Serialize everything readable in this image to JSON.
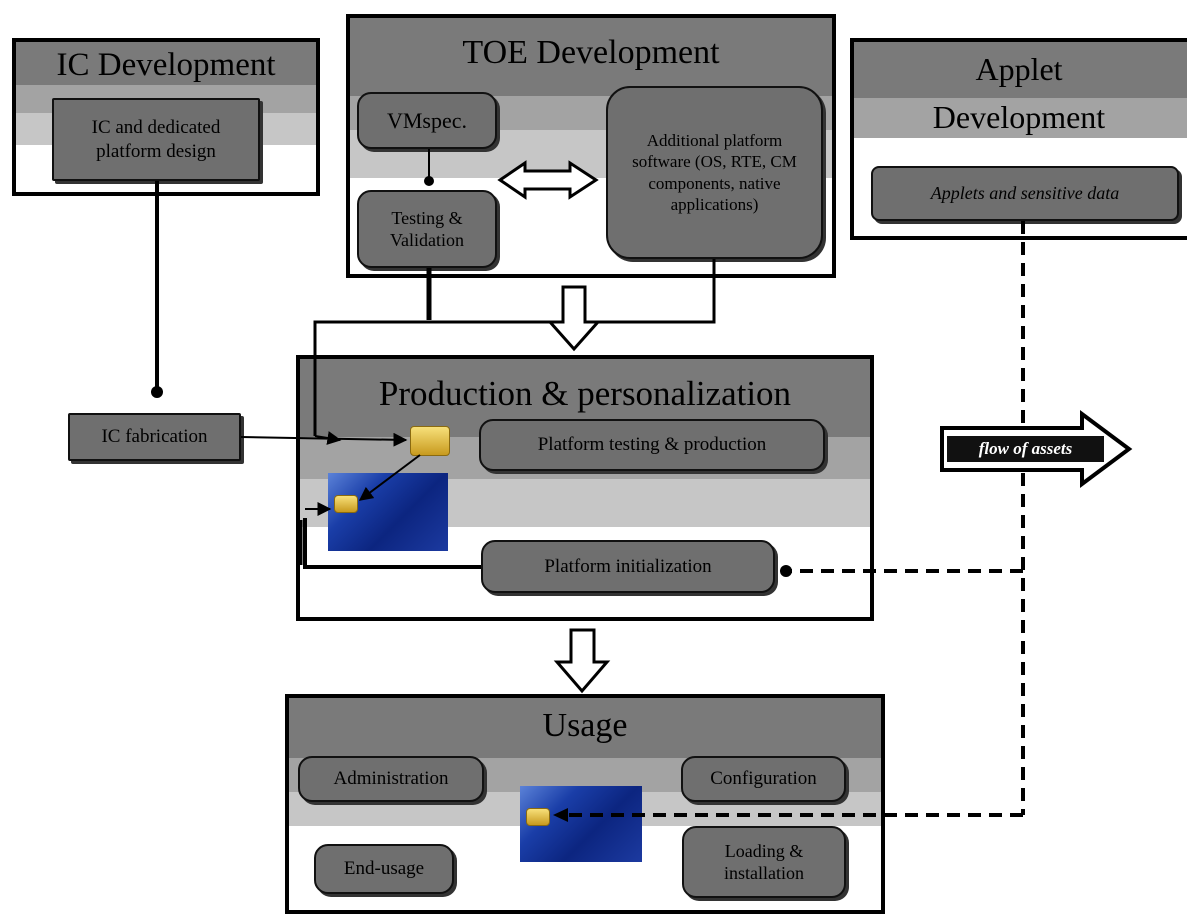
{
  "ic_dev": {
    "title": "IC Development",
    "box": "IC and dedicated platform design"
  },
  "toe_dev": {
    "title": "TOE Development",
    "vmspec": "VMspec.",
    "testing": "Testing & Validation",
    "additional": "Additional platform software (OS, RTE, CM components, native applications)"
  },
  "applet_dev": {
    "title_line1": "Applet",
    "title_line2": "Development",
    "box": "Applets and sensitive data"
  },
  "ic_fab": {
    "label": "IC fabrication"
  },
  "production": {
    "title": "Production & personalization",
    "platform_testing": "Platform testing & production",
    "platform_init": "Platform initialization"
  },
  "flow": {
    "label": "flow of assets"
  },
  "usage": {
    "title": "Usage",
    "administration": "Administration",
    "configuration": "Configuration",
    "end_usage": "End-usage",
    "loading": "Loading & installation"
  },
  "colors": {
    "band_dark": "#7a7a7a",
    "band_mid": "#a3a3a3",
    "band_light": "#c6c6c6",
    "node": "#6f6f6f"
  }
}
